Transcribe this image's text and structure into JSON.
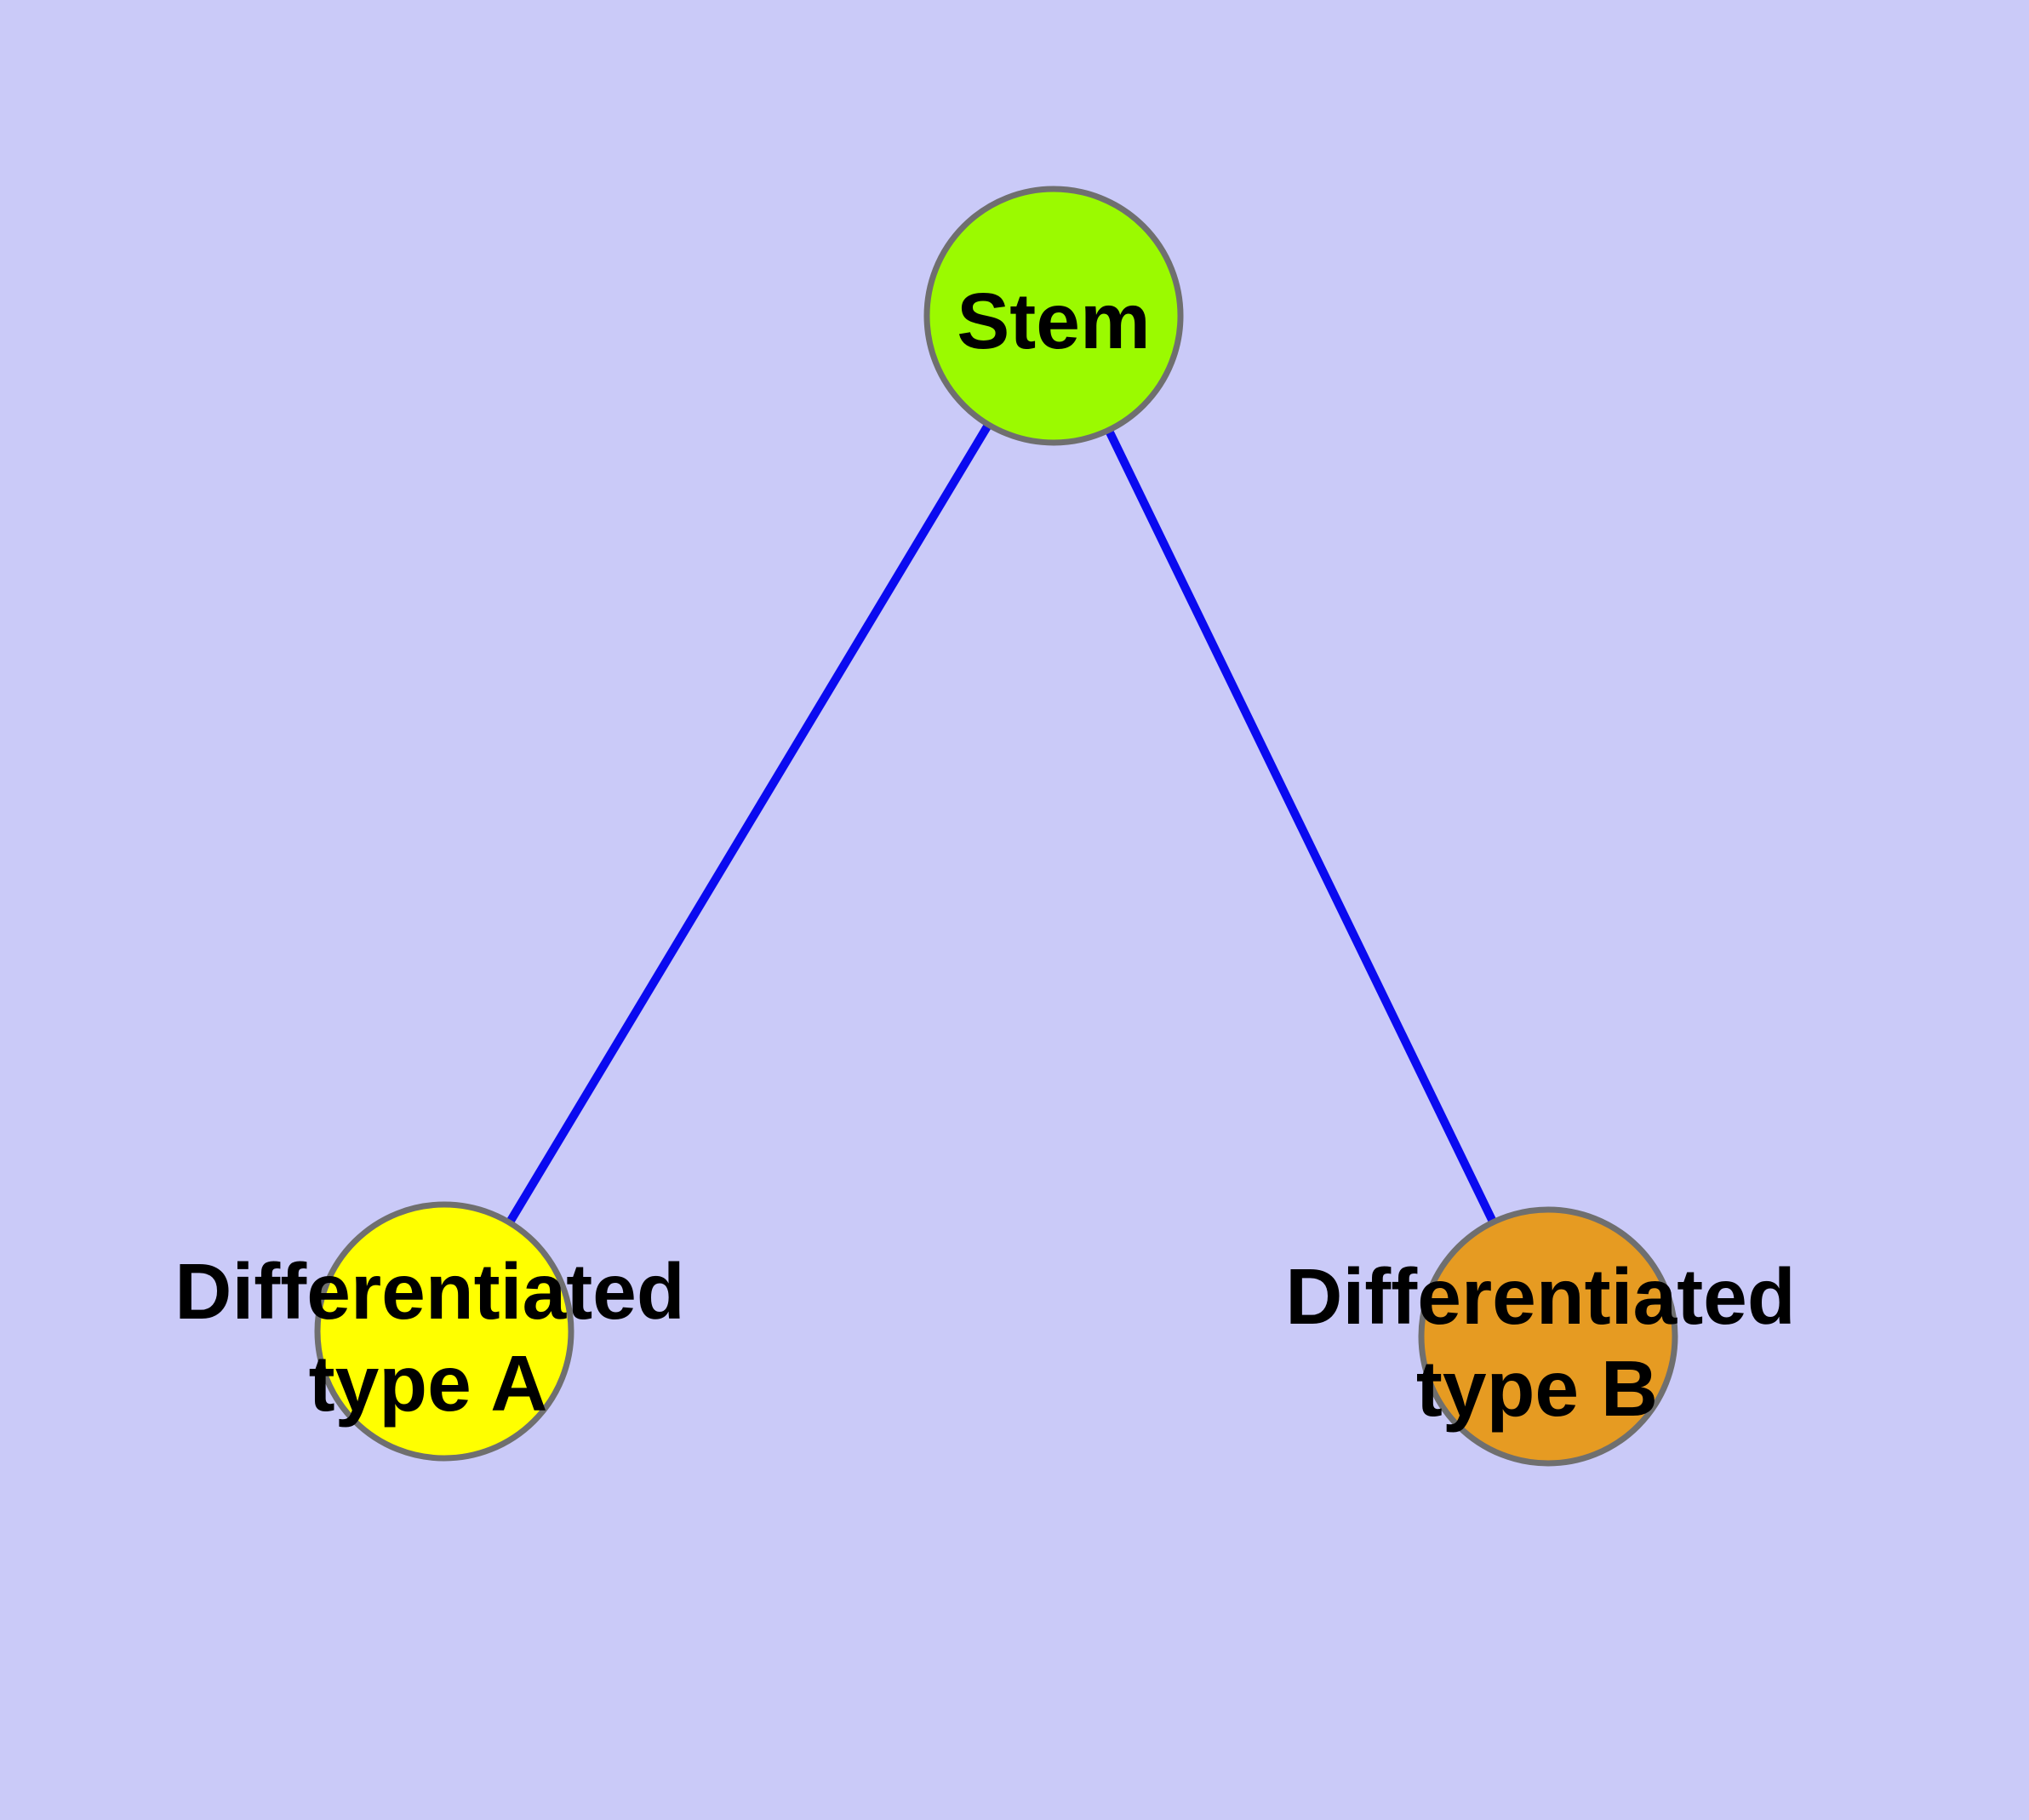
{
  "canvas": {
    "background": "#cacaf8"
  },
  "styles": {
    "edge_color": "#0a0af0",
    "node_border_color": "#6f6f6f",
    "label_color": "#000000"
  },
  "nodes": {
    "stem": {
      "label": "Stem",
      "fill": "#9bfa00"
    },
    "type_a": {
      "label_line1": "Differentiated",
      "label_line2": "type A",
      "fill": "#ffff00"
    },
    "type_b": {
      "label_line1": "Differentiated",
      "label_line2": "type B",
      "fill": "#e69b22"
    }
  },
  "edges": [
    {
      "from": "stem",
      "to": "type_a"
    },
    {
      "from": "stem",
      "to": "type_b"
    }
  ]
}
